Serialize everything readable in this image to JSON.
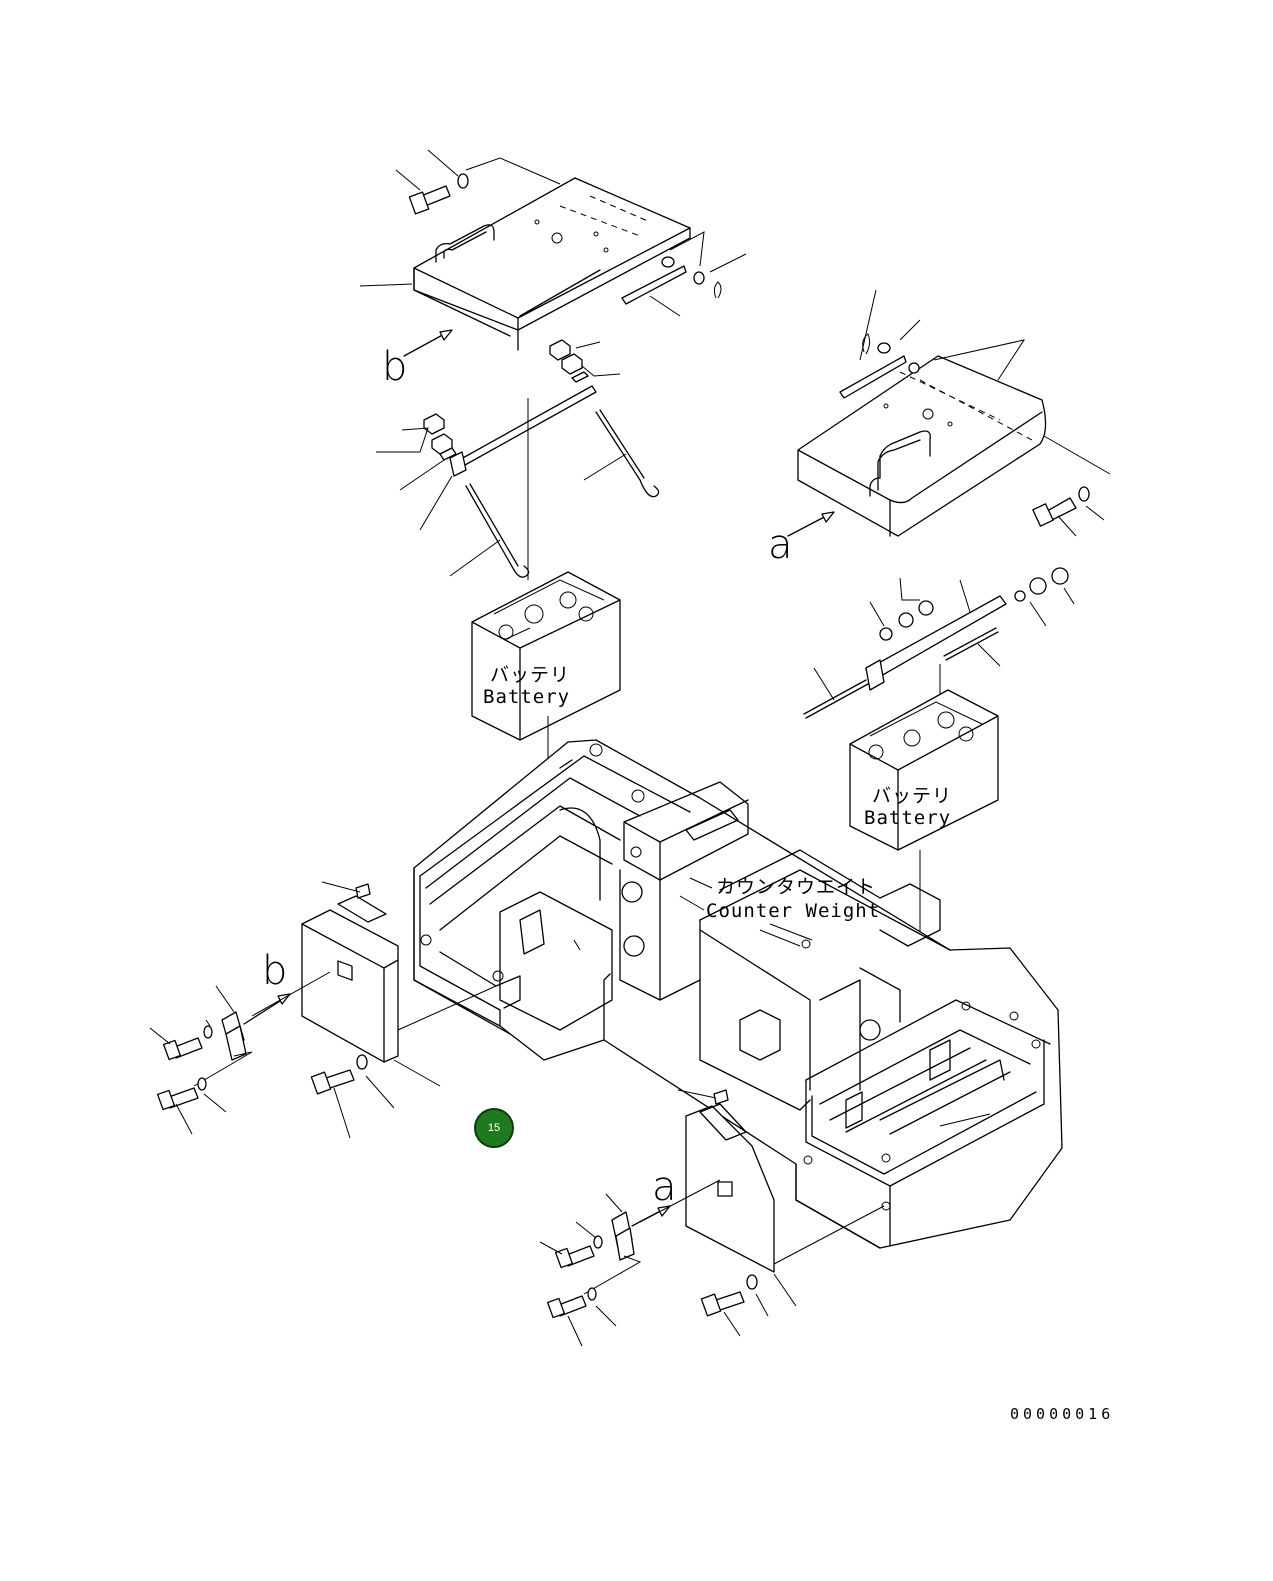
{
  "labels": {
    "battery_jp": "バッテリ",
    "battery_en": "Battery",
    "counterweight_jp": "カウンタウエイト",
    "counterweight_en": "Counter Weight",
    "view_a": "a",
    "view_b": "b",
    "drawing_number": "00000016"
  },
  "callout": {
    "number": "15",
    "color": "#1f7a1f"
  }
}
